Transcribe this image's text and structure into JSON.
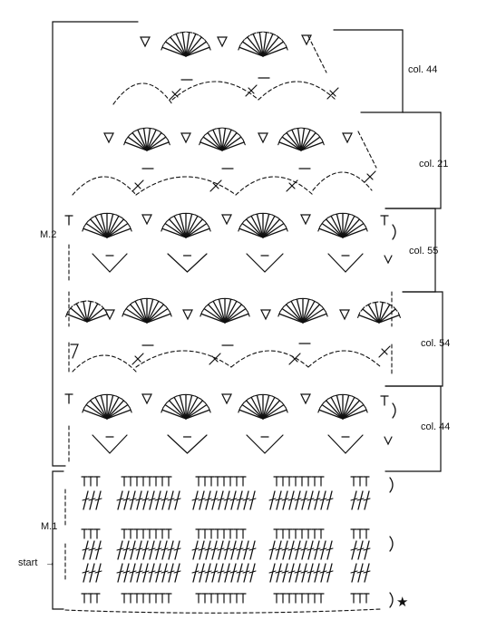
{
  "diagram": {
    "sections": [
      {
        "id": "m2",
        "label": "M.2"
      },
      {
        "id": "m1",
        "label": "M.1"
      }
    ],
    "columns": [
      {
        "id": "col-44-top",
        "label": "col. 44"
      },
      {
        "id": "col-21",
        "label": "col. 21"
      },
      {
        "id": "col-55",
        "label": "col. 55"
      },
      {
        "id": "col-54",
        "label": "col. 54"
      },
      {
        "id": "col-44-bottom",
        "label": "col. 44"
      }
    ],
    "start_label": "start",
    "start_arrow": "→",
    "star_symbol": "★",
    "colors": {
      "ink": "#111111",
      "background": "#ffffff"
    }
  }
}
